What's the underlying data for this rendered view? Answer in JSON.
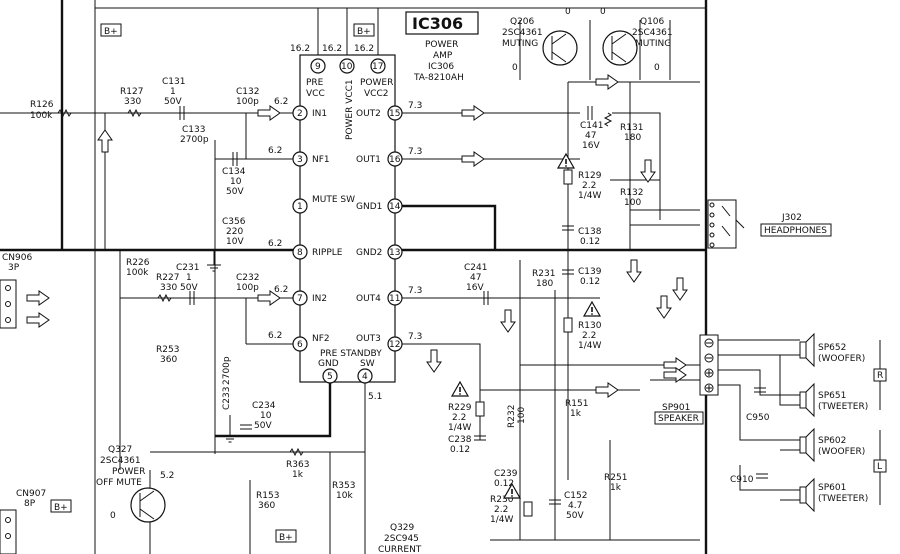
{
  "ic": {
    "ref": "IC306",
    "function_line1": "POWER",
    "function_line2": "AMP",
    "ref_small": "IC306",
    "part": "TA-8210AH",
    "rail_label": "B+",
    "vcc_labels": [
      "PRE",
      "VCC",
      "POWER VCC1",
      "POWER",
      "VCC2"
    ],
    "pins": [
      {
        "num": "1",
        "name": "MUTE SW"
      },
      {
        "num": "2",
        "name": "IN1"
      },
      {
        "num": "3",
        "name": "NF1"
      },
      {
        "num": "4",
        "name": "SW"
      },
      {
        "num": "5",
        "name": "GND"
      },
      {
        "num": "6",
        "name": "NF2"
      },
      {
        "num": "7",
        "name": "IN2"
      },
      {
        "num": "8",
        "name": "RIPPLE"
      },
      {
        "num": "9",
        "name": "PRE VCC"
      },
      {
        "num": "10",
        "name": "POWER VCC1"
      },
      {
        "num": "11",
        "name": "OUT4"
      },
      {
        "num": "12",
        "name": "OUT3"
      },
      {
        "num": "13",
        "name": "GND2"
      },
      {
        "num": "14",
        "name": "GND1"
      },
      {
        "num": "15",
        "name": "OUT2"
      },
      {
        "num": "16",
        "name": "OUT1"
      },
      {
        "num": "17",
        "name": "POWER VCC2"
      }
    ],
    "standby_label": "PRE STANDBY",
    "voltages": [
      "16.2",
      "16.2",
      "16.2",
      "6.2",
      "6.2",
      "6.2",
      "6.2",
      "6.2",
      "7.3",
      "7.3",
      "7.3",
      "7.3",
      "5.1",
      "5.2"
    ]
  },
  "transistors": [
    {
      "ref": "Q206",
      "part": "2SC4361",
      "function": "MUTING"
    },
    {
      "ref": "Q106",
      "part": "2SC4361",
      "function": "MUTING"
    },
    {
      "ref": "Q327",
      "part": "2SC4361",
      "function1": "POWER",
      "function2": "OFF MUTE"
    },
    {
      "ref": "Q329",
      "part": "2SC945",
      "function": "CURRENT"
    }
  ],
  "transistor_voltages": [
    "0",
    "0",
    "0",
    "0",
    "0"
  ],
  "resistors": [
    {
      "ref": "R126",
      "value": "100k"
    },
    {
      "ref": "R127",
      "value": "330"
    },
    {
      "ref": "R131",
      "value": "180"
    },
    {
      "ref": "R129",
      "value": "2.2",
      "rating": "1/4W"
    },
    {
      "ref": "R132",
      "value": "100"
    },
    {
      "ref": "R226",
      "value": "100k"
    },
    {
      "ref": "R227",
      "value": "330"
    },
    {
      "ref": "R231",
      "value": "180"
    },
    {
      "ref": "R130",
      "value": "2.2",
      "rating": "1/4W"
    },
    {
      "ref": "R253",
      "value": "360"
    },
    {
      "ref": "R229",
      "value": "2.2",
      "rating": "1/4W"
    },
    {
      "ref": "R232",
      "value": "100"
    },
    {
      "ref": "R151",
      "value": "1k"
    },
    {
      "ref": "R363",
      "value": "1k"
    },
    {
      "ref": "R353",
      "value": "10k"
    },
    {
      "ref": "R153",
      "value": "360"
    },
    {
      "ref": "R230",
      "value": "2.2",
      "rating": "1/4W"
    },
    {
      "ref": "R251",
      "value": "1k"
    }
  ],
  "capacitors": [
    {
      "ref": "C131",
      "value": "1",
      "rating": "50V"
    },
    {
      "ref": "C132",
      "value": "100p"
    },
    {
      "ref": "C133",
      "value": "2700p"
    },
    {
      "ref": "C134",
      "value": "10",
      "rating": "50V"
    },
    {
      "ref": "C356",
      "value": "220",
      "rating": "10V"
    },
    {
      "ref": "C141",
      "value": "47",
      "rating": "16V"
    },
    {
      "ref": "C138",
      "value": "0.12"
    },
    {
      "ref": "C139",
      "value": "0.12"
    },
    {
      "ref": "C231",
      "value": "1",
      "rating": "50V"
    },
    {
      "ref": "C232",
      "value": "100p"
    },
    {
      "ref": "C241",
      "value": "47",
      "rating": "16V"
    },
    {
      "ref": "C233",
      "value": "2700p"
    },
    {
      "ref": "C234",
      "value": "10",
      "rating": "50V"
    },
    {
      "ref": "C238",
      "value": "0.12"
    },
    {
      "ref": "C239",
      "value": "0.12"
    },
    {
      "ref": "C152",
      "value": "4.7",
      "rating": "50V"
    },
    {
      "ref": "C950",
      "value": ""
    },
    {
      "ref": "C910",
      "value": ""
    }
  ],
  "connectors": [
    {
      "ref": "CN906",
      "pins": "3P"
    },
    {
      "ref": "CN907",
      "pins": "8P"
    },
    {
      "ref": "J302",
      "label": "HEADPHONES"
    },
    {
      "ref": "SP901",
      "label": "SPEAKER"
    }
  ],
  "speakers": [
    {
      "ref": "SP652",
      "type": "(WOOFER)"
    },
    {
      "ref": "SP651",
      "type": "(TWEETER)"
    },
    {
      "ref": "SP602",
      "type": "(WOOFER)"
    },
    {
      "ref": "SP601",
      "type": "(TWEETER)"
    }
  ],
  "channels": {
    "right": "R",
    "left": "L"
  }
}
